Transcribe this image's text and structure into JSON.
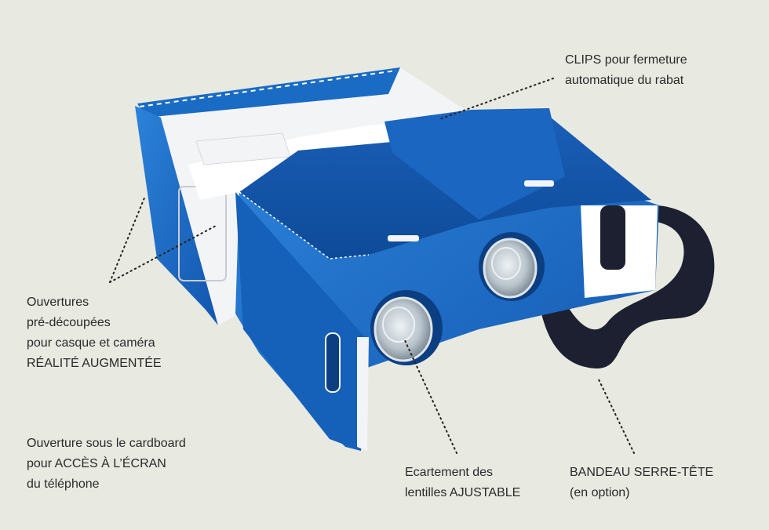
{
  "callouts": {
    "clips": {
      "line1": "CLIPS pour fermeture",
      "line2": "automatique du rabat"
    },
    "ouvertures": {
      "line1": "Ouvertures",
      "line2": "pré-découpées",
      "line3": "pour casque et caméra",
      "line4": "RÉALITÉ AUGMENTÉE"
    },
    "ecran": {
      "line1": "Ouverture sous le cardboard",
      "line2": "pour ACCÈS À L’ÉCRAN",
      "line3": "du téléphone"
    },
    "lentilles": {
      "line1": "Ecartement des",
      "line2": "lentilles AJUSTABLE"
    },
    "bandeau": {
      "line1": "BANDEAU SERRE-TÊTE",
      "line2": "(en option)"
    }
  },
  "colors": {
    "background": "#e8e9e1",
    "cardboard_blue": "#1a6bc4",
    "cardboard_dark": "#0f4d9c",
    "cardboard_inner": "#f3f4f6",
    "strap": "#1c2030",
    "text": "#2a2a2a"
  }
}
